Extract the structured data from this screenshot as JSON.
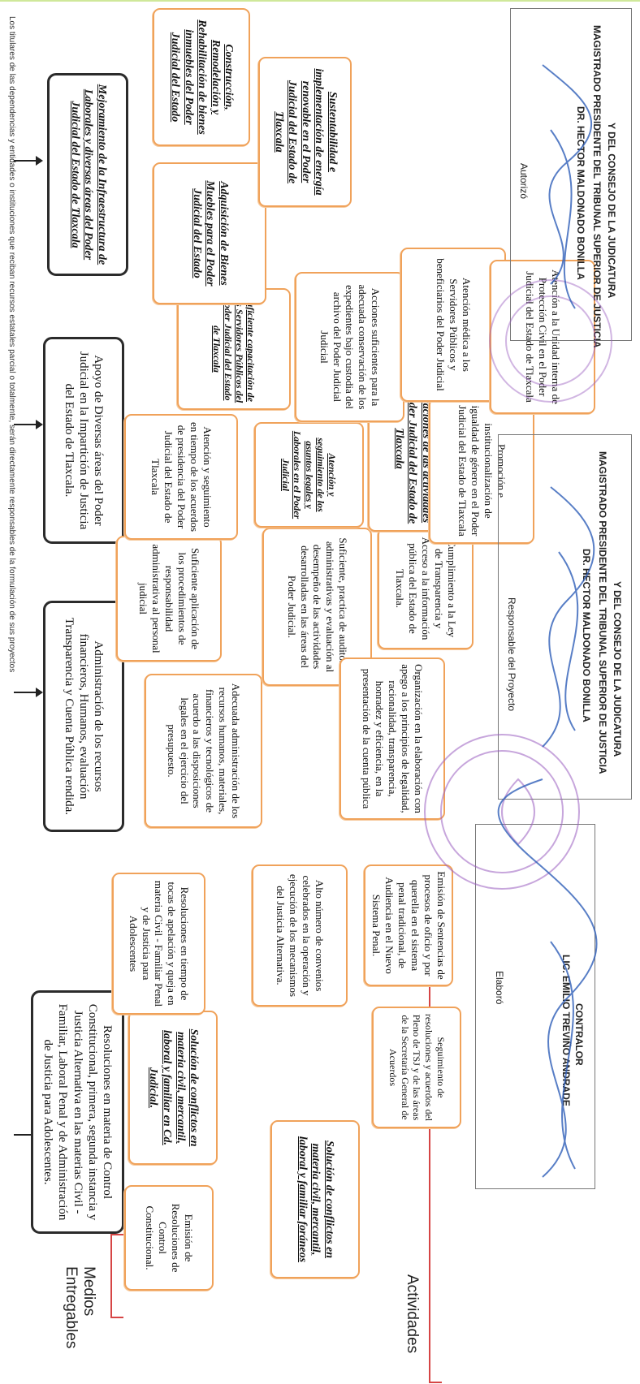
{
  "labels": {
    "medios": "Medios Entregables",
    "actividades": "Actividades"
  },
  "medios": [
    "Resoluciones en materia de Control Constitucional, primera,  segunda instancia y Justicia Alternativa en las materias Civil -Familiar, Laboral  Penal y de Administración de Justicia para Adolescentes.",
    "Administración de los recursos financieros, Humanos, evaluación Transparencia y Cuenta Pública rendida.",
    "Apoyo de Diversas áreas del Poder Judicial en la Impartición de Justicia del Estado de Tlaxcala.",
    "Mejoramiento de la Infraestructura de Laborales y diversas áreas del Poder Judicial del Estado de Tlaxcala"
  ],
  "activities": {
    "emision_control": "Emisión de Resoluciones de Control Constitucional.",
    "solucion_cd_judicial": "Solución de conflictos en materia civil, mercantil, laboral y familiar en Cd. Judicial.",
    "solucion_foraneos": "Solución de conflictos en materia civil, mercantil, laboral y familiar foráneos",
    "resoluciones_tocas": "Resoluciones en tiempo de tocas de apelación y queja en materia Civil - Familiar Penal y de Justicia para Adolescentes",
    "convenios": "Alto número de convenios celebrados en la operación y ejecución de los mecanismos del Justicia Alternativa.",
    "seguimiento_pleno": "Seguimiento de resoluciones y acuerdos del Pleno de TSJ y de las áreas de la Secretaría General de Acuerdos",
    "sentencias": "Emisión de Sentencias de procesos de oficio y por querella en el sistema penal tradicional, de Audiencia en el Nuevo Sistema Penal.",
    "adecuada_admin": "Adecuada administración de los recursos humanos, materiales, financieros y tecnológicos de acuerdo a las disposiciones legales en el ejercicio del presupuesto.",
    "suficiente_aplicacion": "Suficiente aplicación de los procedimientos de responsabilidad administrativa al personal judicial",
    "auditorias": "Suficiente, practica de auditorias administrativas y evaluación al desempeño de las actividades desarrolladas en  las áreas del Poder Judicial.",
    "cuenta_publica": "Organización en la elaboración  con apego a los principios de legalidad, racionalidad, transparencia, honradez y eficiencia, en la presentación de la cuenta pública",
    "transparencia": "Cumplimiento a la Ley de Transparencia y Acceso a la información pública del Estado de Tlaxcala.",
    "atencion_acuerdos": "Atención y seguimiento en tiempo de los acuerdos de presidencia del Poder Judicial del Estado de Tlaxcala",
    "asuntos_legales": "Atención y seguimiento de los asuntos legales y Laborales en el Poder Judicial",
    "difusion": "Difusión, comunicación y publicaciones  de las actividades del Poder Judicial del Estado de Tlaxcala",
    "capacitacion": "Suficiente capacitación de los Servidores Públicos del Poder Judicial del Estado de Tlaxcala",
    "archivo": "Acciones suficientes para la adecuada conservación de los expedientes bajo custodia del archivo del Poder Judicial Judicial",
    "genero": "Promoción e institucionalización de igualdad de género en el Poder Judicial del Estado de Tlaxcala",
    "medica": "Atención médica a los Servidores Públicos y beneficiarios del Poder Judicial",
    "proteccion_civil": "Atención a la Unidad interna de Protección Civil en el Poder Judicial del Estado de Tlaxcala",
    "bienes_muebles": "Adquisición de Bienes Muebles  para el Poder Judicial del Estado",
    "construccion": "Construcción, Remodelación y Rehabilitación de bienes inmuebles del Poder Judicial del Estado",
    "sustentabilidad": "Sustentabilidad e implementación de energía renovable en el Poder Judicial del Estado de Tlaxcala"
  },
  "signatures": {
    "elaboro_label": "Elaboró",
    "elaboro_name": "LIC. EMILIO TREVIÑO ANDRADE",
    "elaboro_title": "CONTRALOR",
    "responsable_label": "Responsable del Proyecto",
    "responsable_name": "DR. HECTOR MALDONADO BONILLA",
    "responsable_title1": "MAGISTRADO PRESIDENTE DEL TRIBUNAL SUPERIOR DE JUSTICIA",
    "responsable_title2": "Y DEL CONSEJO DE LA JUDICATURA",
    "autorizo_label": "Autorizó",
    "autorizo_name": "DR. HECTOR MALDONADO BONILLA",
    "autorizo_title1": "MAGISTRADO PRESIDENTE DEL TRIBUNAL SUPERIOR DE JUSTICIA",
    "autorizo_title2": "Y DEL CONSEJO DE LA JUDICATURA"
  },
  "footnote": "Los titulares de las dependencias y entidades o instituciones que reciban recursos estatales parcial o totalmente, serán directamente responsables de la formulación de sus proyectos",
  "colors": {
    "box_border": "#f0a25a",
    "medio_border": "#2b2b2b",
    "bracket": "#d64545",
    "ink_blue": "#2f5fb8",
    "stamp_purple": "#9b5fc0"
  }
}
